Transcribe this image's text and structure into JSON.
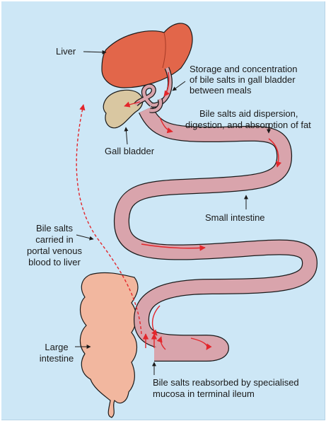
{
  "labels": {
    "liver": "Liver",
    "storage": [
      "Storage and concentration",
      "of bile salts in gall bladder",
      "between meals"
    ],
    "aid": [
      "Bile salts aid dispersion,",
      "digestion, and absorption of fat"
    ],
    "gall_bladder": "Gall bladder",
    "small_intestine": "Small intestine",
    "portal": [
      "Bile salts",
      "carried in",
      "portal venous",
      "blood to liver"
    ],
    "large_intestine": [
      "Large",
      "intestine"
    ],
    "reabsorbed": [
      "Bile salts reabsorbed by specialised",
      "mucosa in terminal ileum"
    ]
  },
  "colors": {
    "background": "#cde7f6",
    "liver": "#e2664a",
    "intestine": "#d9a4ac",
    "large_intestine": "#f2b79f",
    "gall_bladder": "#d9c7a1",
    "arrow_red": "#e3262b"
  }
}
